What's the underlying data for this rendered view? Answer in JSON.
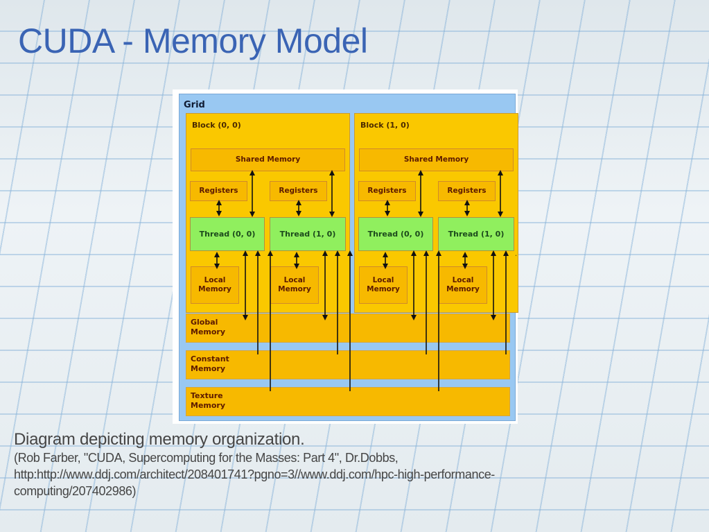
{
  "slide": {
    "title": "CUDA - Memory Model",
    "caption": {
      "main": "Diagram depicting memory organization.",
      "reference_line1": "(Rob Farber, \"CUDA, Supercomputing for the Masses: Part 4\", Dr.Dobbs,",
      "reference_line2": "http:http://www.ddj.com/architect/208401741?pgno=3//www.ddj.com/hpc-high-performance-",
      "reference_line3": "computing/207402986)"
    }
  },
  "diagram": {
    "grid_label": "Grid",
    "blocks": [
      {
        "label": "Block (0, 0)",
        "shared_memory": "Shared Memory",
        "threads": [
          {
            "label": "Thread (0, 0)",
            "registers": "Registers",
            "local_memory": "Local Memory"
          },
          {
            "label": "Thread (1, 0)",
            "registers": "Registers",
            "local_memory": "Local Memory"
          }
        ]
      },
      {
        "label": "Block (1, 0)",
        "shared_memory": "Shared Memory",
        "threads": [
          {
            "label": "Thread (0, 0)",
            "registers": "Registers",
            "local_memory": "Local Memory"
          },
          {
            "label": "Thread (1, 0)",
            "registers": "Registers",
            "local_memory": "Local Memory"
          }
        ]
      }
    ],
    "global_memory": "Global Memory",
    "constant_memory": "Constant Memory",
    "texture_memory": "Texture Memory",
    "colors": {
      "grid": "#99c8f2",
      "block": "#fac800",
      "memory": "#f7b900",
      "thread": "#90ef5e",
      "title": "#3a64b4"
    }
  }
}
